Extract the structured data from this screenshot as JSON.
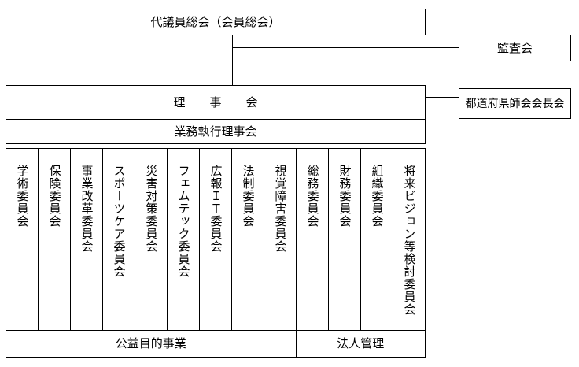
{
  "diagram": {
    "general_assembly": "代議員総会（会員総会）",
    "audit_board": "監査会",
    "board_of_directors": "理　事　会",
    "executive_board": "業務執行理事会",
    "prefectural_presidents": "都道府県師会会長会",
    "committees": [
      "学術委員会",
      "保険委員会",
      "事業改革委員会",
      "スポーツケア委員会",
      "災害対策委員会",
      "フェムテック委員会",
      "広報ＩＴ委員会",
      "法制委員会",
      "視覚障害委員会",
      "総務委員会",
      "財務委員会",
      "組織委員会",
      "将来ビジョン等検討委員会"
    ],
    "categories": {
      "public_interest": "公益目的事業",
      "corporate_management": "法人管理"
    },
    "colors": {
      "line": "#000000",
      "background": "#ffffff"
    }
  }
}
